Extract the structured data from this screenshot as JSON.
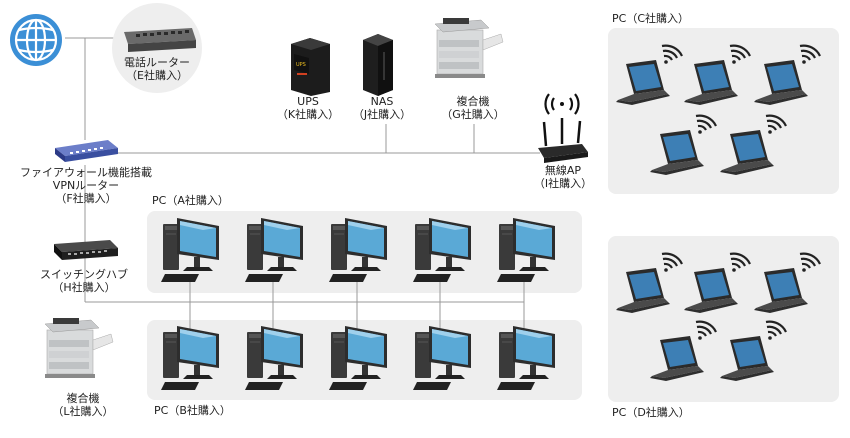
{
  "labels": {
    "phone_router": [
      "電話ルーター",
      "（E社購入）"
    ],
    "ups": [
      "UPS",
      "（K社購入）"
    ],
    "nas": [
      "NAS",
      "（J社購入）"
    ],
    "mfp_top": [
      "複合機",
      "（G社購入）"
    ],
    "firewall": [
      "ファイアウォール機能搭載",
      "VPNルーター",
      "（F社購入）"
    ],
    "wireless_ap": [
      "無線AP",
      "（I社購入）"
    ],
    "switching_hub": [
      "スイッチングハブ",
      "（H社購入）"
    ],
    "mfp_bottom": [
      "複合機",
      "（L社購入）"
    ],
    "pc_a": "PC（A社購入）",
    "pc_b": "PC（B社購入）",
    "pc_c": "PC（C社購入）",
    "pc_d": "PC（D社購入）",
    "ups_logo": "UPS"
  },
  "colors": {
    "globe": "#3b8fd6",
    "panel": "#eeeeee",
    "line": "#999999",
    "monitor_screen": "#5aa9d6",
    "laptop_screen": "#3d7fb5",
    "device_dark": "#2a2a2a",
    "router_blue": "#3a4fa0"
  }
}
